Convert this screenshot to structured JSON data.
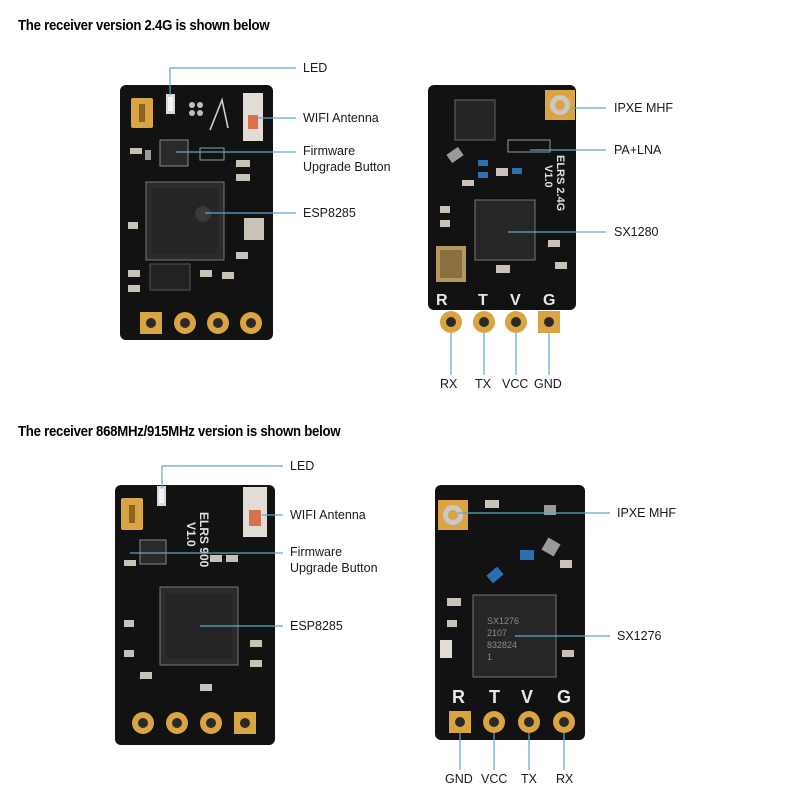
{
  "section_top": {
    "heading": "The receiver version 2.4G is shown below",
    "front_labels": [
      "LED",
      "WIFI Antenna",
      "Firmware",
      "Upgrade Button",
      "ESP8285"
    ],
    "back_labels": [
      "IPXE MHF",
      "PA+LNA",
      "SX1280"
    ],
    "board_silk": [
      "ELRS 2.4G",
      "V1.0"
    ],
    "pin_letters": [
      "R",
      "T",
      "V",
      "G"
    ],
    "pin_labels": [
      "RX",
      "TX",
      "VCC",
      "GND"
    ]
  },
  "section_bottom": {
    "heading": "The receiver 868MHz/915MHz version is shown below",
    "front_labels": [
      "LED",
      "WIFI Antenna",
      "Firmware",
      "Upgrade Button",
      "ESP8285"
    ],
    "board_silk": [
      "ELRS 900",
      "V1.0"
    ],
    "back_labels": [
      "IPXE MHF",
      "SX1276"
    ],
    "chip_marking": [
      "SX1276",
      "2107",
      "832824",
      "1"
    ],
    "pin_letters": [
      "R",
      "T",
      "V",
      "G"
    ],
    "pin_labels": [
      "GND",
      "VCC",
      "TX",
      "RX"
    ]
  },
  "colors": {
    "pcb": "#121212",
    "gold": "#d9a441",
    "leader": "#5aa9c9",
    "blue_part": "#2d6fb3"
  }
}
